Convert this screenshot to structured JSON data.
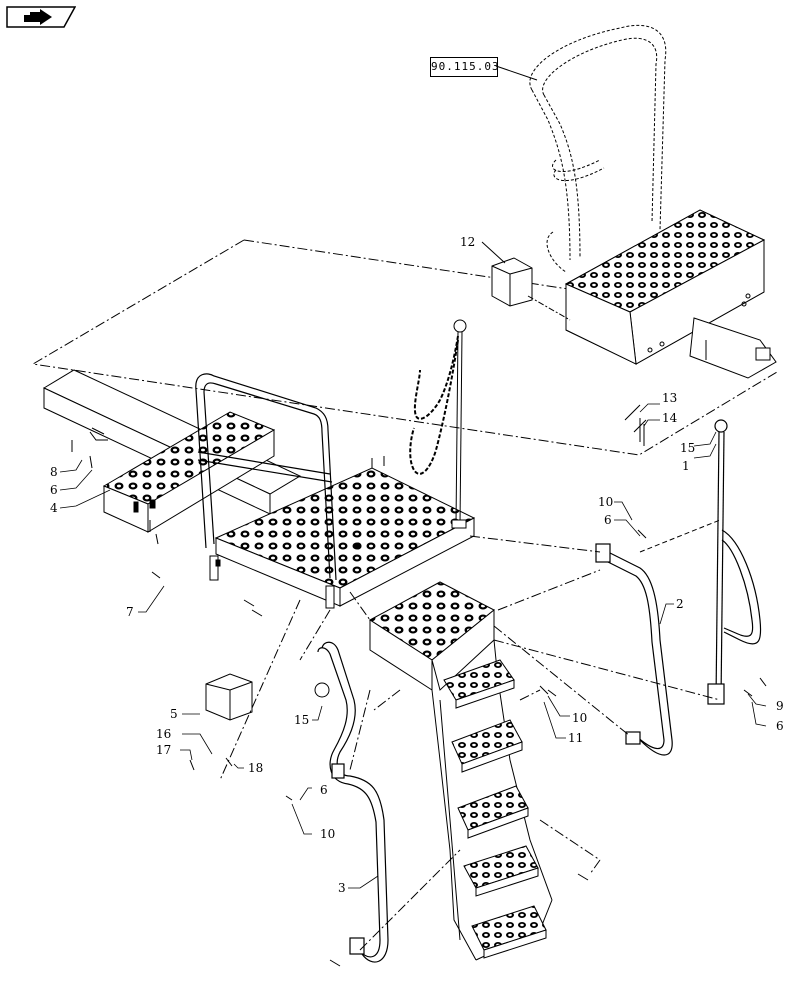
{
  "reference": "90.115.03",
  "callouts": {
    "c1": "1",
    "c2": "2",
    "c3": "3",
    "c4": "4",
    "c5": "5",
    "c6a": "6",
    "c6b": "6",
    "c6c": "6",
    "c6d": "6",
    "c7": "7",
    "c8": "8",
    "c9": "9",
    "c10a": "10",
    "c10b": "10",
    "c10c": "10",
    "c11": "11",
    "c12": "12",
    "c13": "13",
    "c14": "14",
    "c15a": "15",
    "c15b": "15",
    "c16": "16",
    "c17": "17",
    "c18": "18"
  },
  "icons": {
    "nav": "back-arrow-icon"
  }
}
